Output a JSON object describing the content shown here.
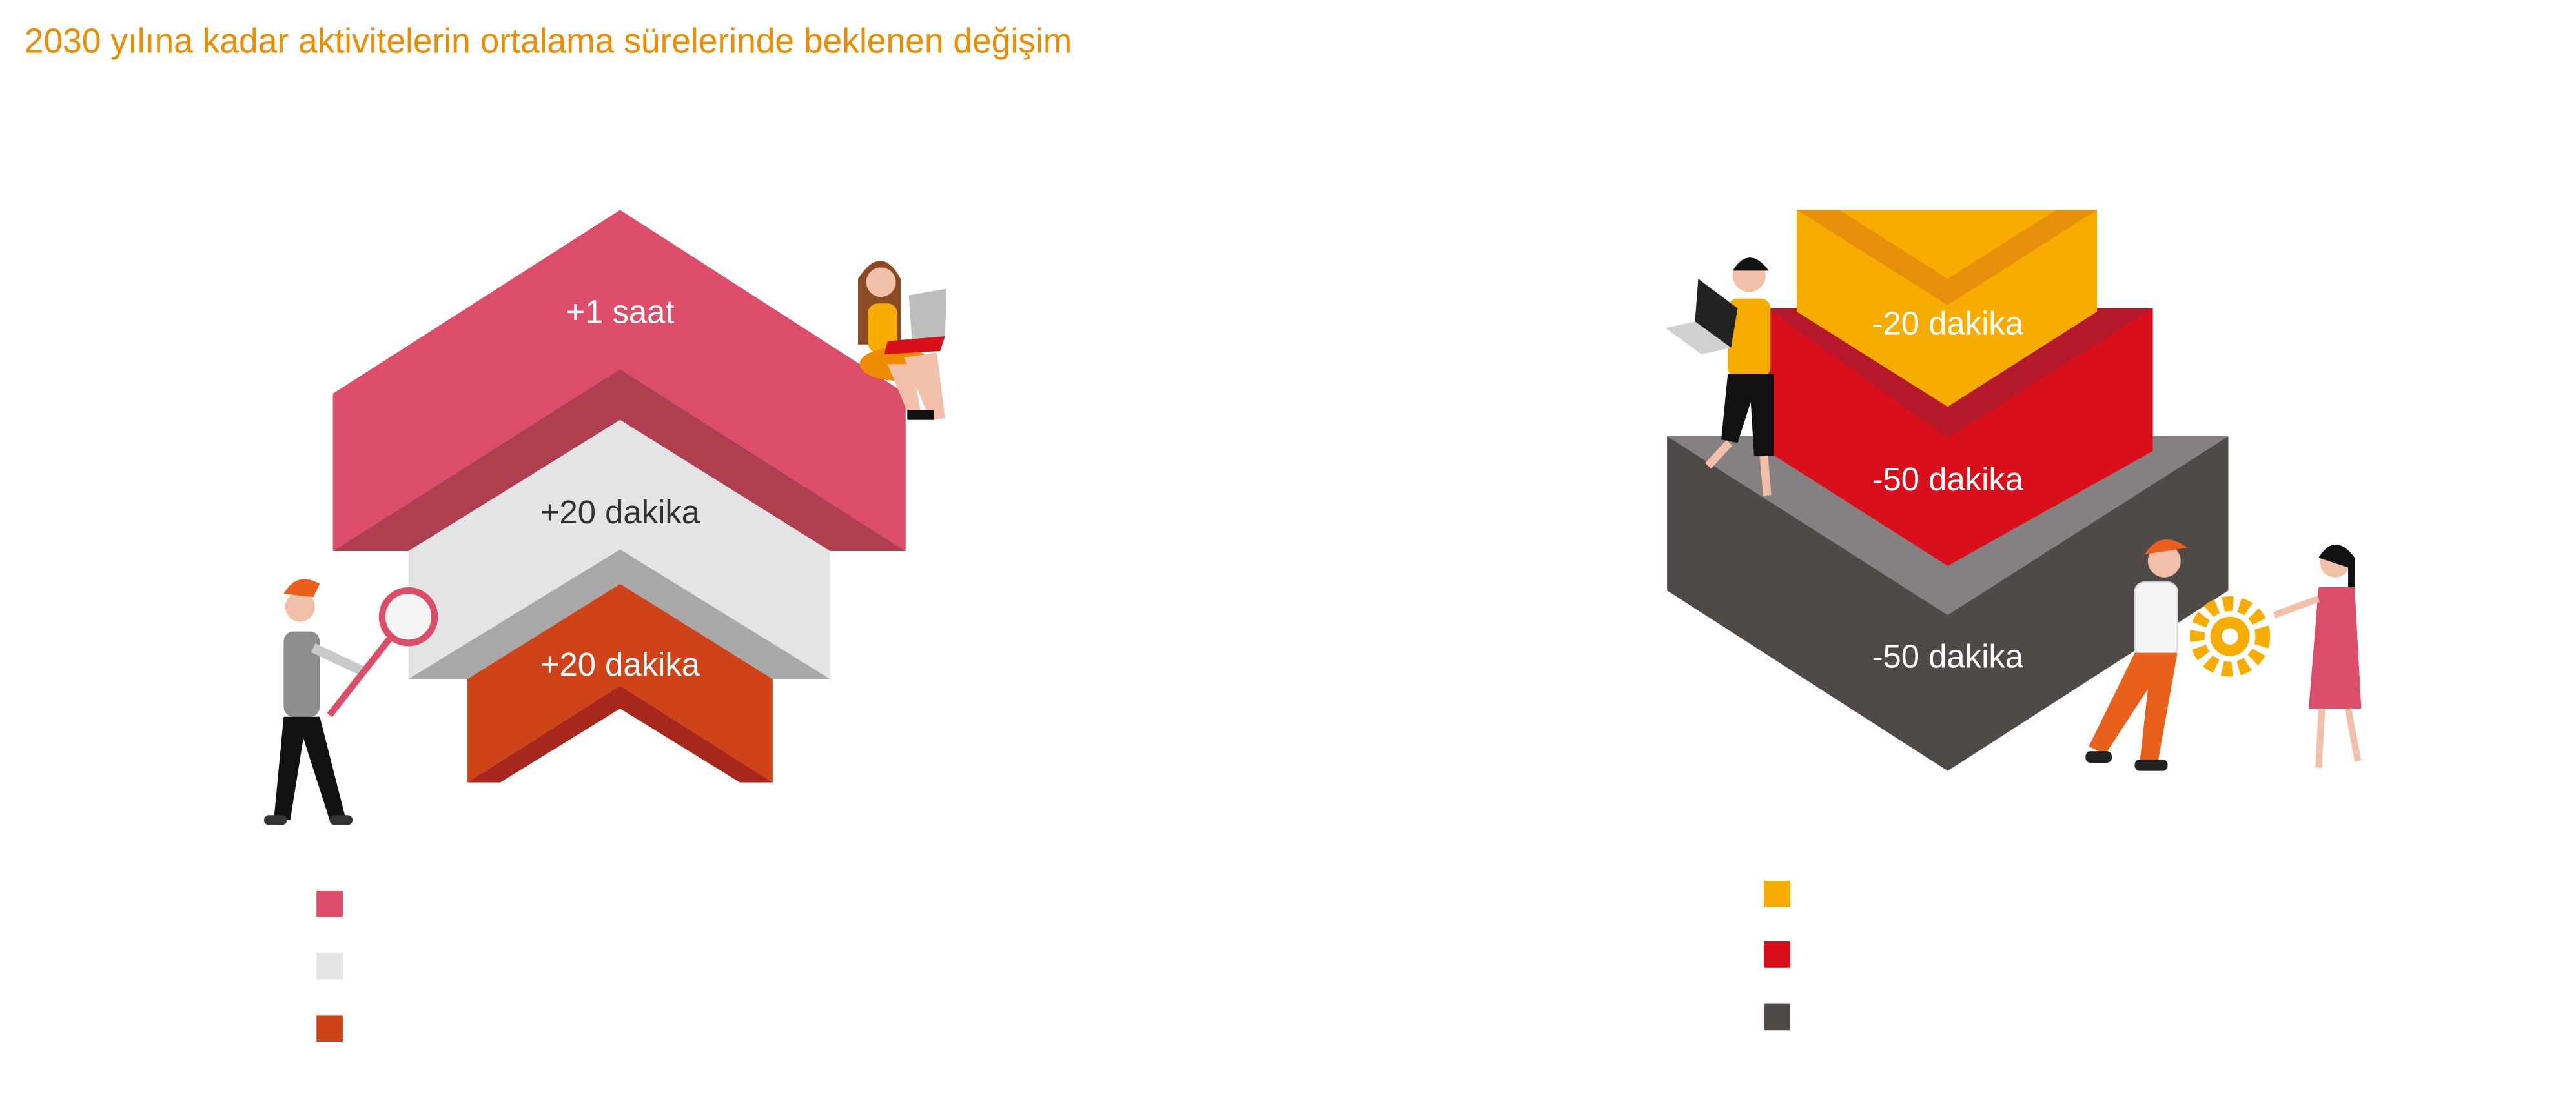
{
  "title": "2030 yılına kadar aktivitelerin ortalama sürelerinde beklenen değişim",
  "colors": {
    "title": "#EE8C00",
    "increase": [
      "#DB4D69",
      "#E4E3E5",
      "#CE4418"
    ],
    "decrease": [
      "#F7AD00",
      "#D90F1B",
      "#4F4A47"
    ]
  },
  "chart_data": [
    {
      "type": "bar",
      "group": "increase",
      "values_minutes": [
        60,
        20,
        20
      ],
      "data_labels": [
        "+1 saat",
        "+20 dakika",
        "+20 dakika"
      ]
    },
    {
      "type": "bar",
      "group": "decrease",
      "values_minutes": [
        -20,
        -50,
        -50
      ],
      "data_labels": [
        "-20 dakika",
        "-50 dakika",
        "-50 dakika"
      ]
    }
  ],
  "illustrations": [
    "person-with-magnifier",
    "person-with-laptop-sitting",
    "person-with-laptop-standing",
    "people-with-gear"
  ]
}
